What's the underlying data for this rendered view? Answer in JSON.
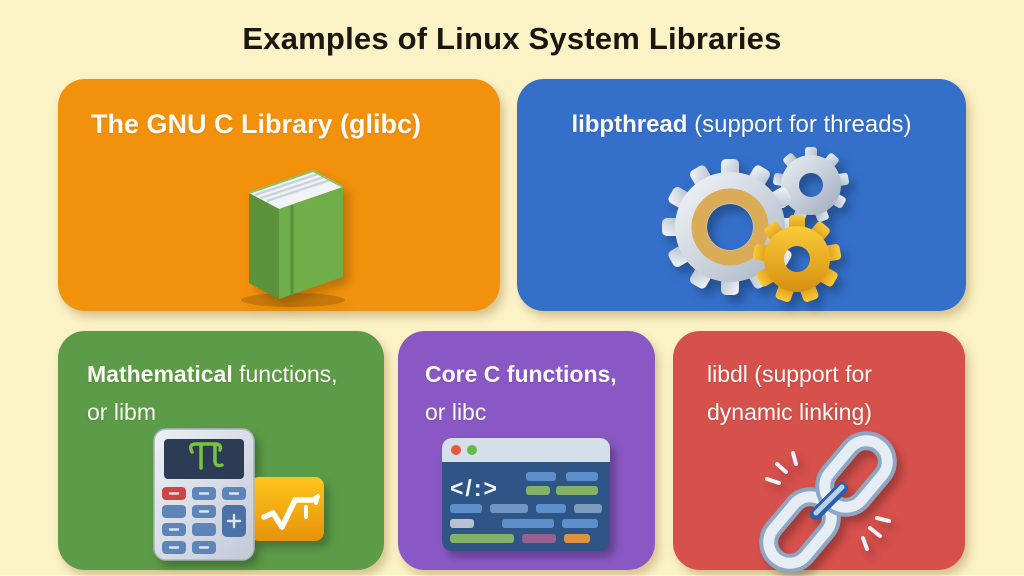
{
  "page": {
    "title": "Examples of Linux System Libraries",
    "background": "#FBF2C6",
    "title_color": "#1A1713"
  },
  "cards": [
    {
      "name": "glibc",
      "color": "#F2920C",
      "title_bold": "The GNU C Library (glibc)",
      "title_rest": "",
      "icon": "book-icon"
    },
    {
      "name": "libpthread",
      "color": "#3470CA",
      "title_bold": "libpthread",
      "title_rest": " (support for threads)",
      "icon": "gears-icon"
    },
    {
      "name": "libm",
      "color": "#5C9B47",
      "title_bold": "Mathematical",
      "title_rest": " functions, or libm",
      "icon": "calculator-icon"
    },
    {
      "name": "libc",
      "color": "#8A58C4",
      "title_bold": "Core C functions,",
      "title_rest": " or libc",
      "icon": "code-window-icon"
    },
    {
      "name": "libdl",
      "color": "#D6504C",
      "title_bold": "",
      "title_rest": "libdl (support for dynamic linking)",
      "icon": "chain-link-icon"
    }
  ],
  "icons": {
    "code_glyph": "</:>"
  }
}
